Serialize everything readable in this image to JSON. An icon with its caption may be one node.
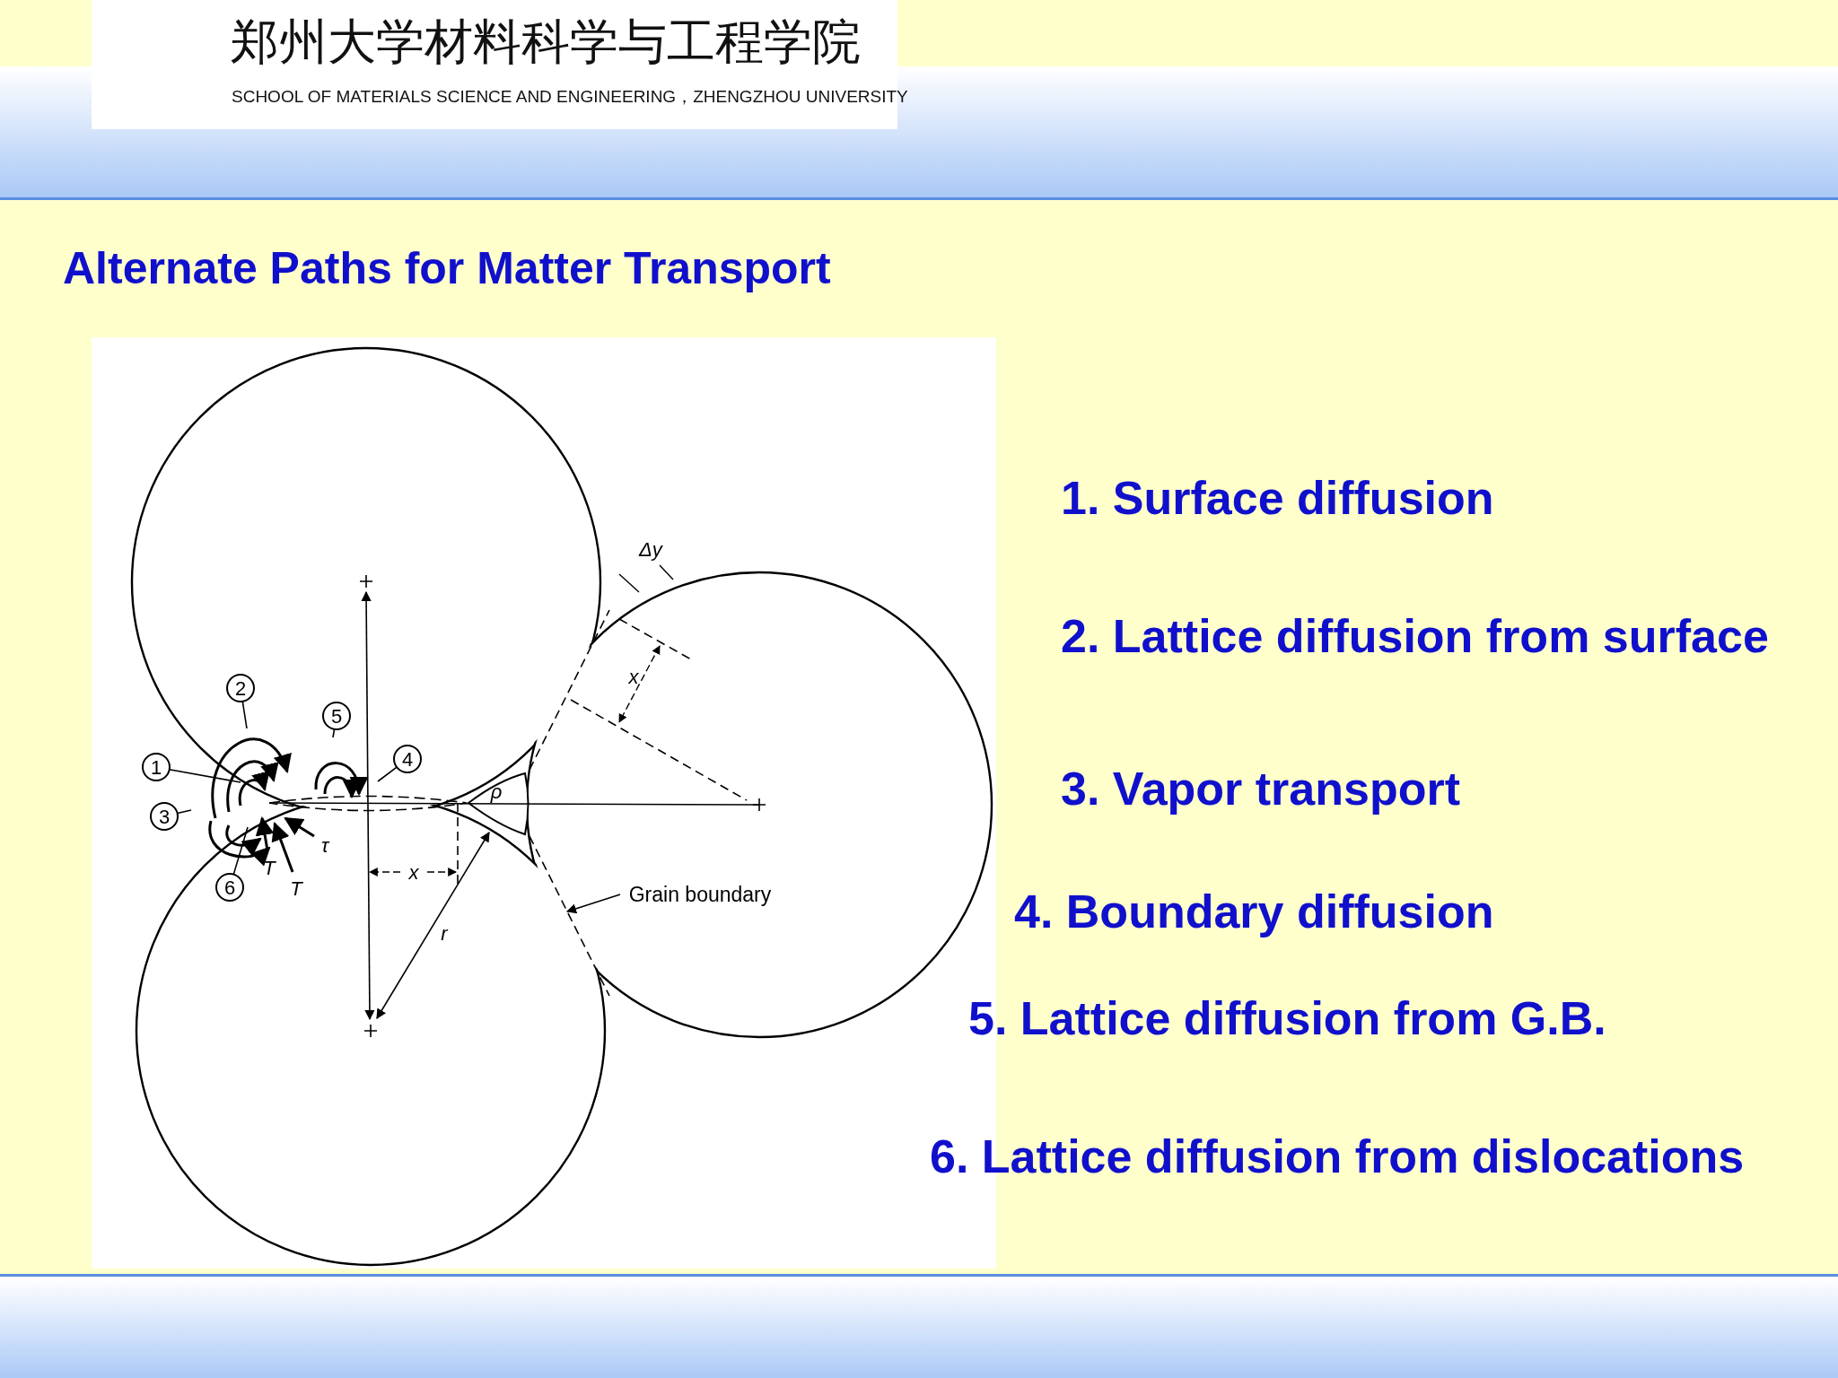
{
  "diagram": {
    "title": "Alternate Paths for Matter Transport",
    "nodes": [
      {
        "text": [
          "1"
        ]
      },
      {
        "text": [
          "2"
        ]
      },
      {
        "text": [
          "3"
        ]
      },
      {
        "text": [
          "4"
        ]
      },
      {
        "text": [
          "5"
        ]
      },
      {
        "text": [
          "6"
        ]
      },
      {
        "text": [
          "Grain boundary"
        ]
      }
    ],
    "edges": [
      {
        "from": 0,
        "to": null,
        "arrow": "none"
      },
      {
        "from": 1,
        "to": null,
        "arrow": "none"
      },
      {
        "from": 2,
        "to": null,
        "arrow": "none"
      },
      {
        "from": 3,
        "to": null,
        "arrow": "none"
      },
      {
        "from": 4,
        "to": null,
        "arrow": "none"
      },
      {
        "from": 5,
        "to": null,
        "arrow": "none"
      },
      {
        "from": 6,
        "to": null,
        "arrow": "to"
      }
    ],
    "labels": [
      "郑州大学材料科学与工程学院",
      "SCHOOL OF MATERIALS SCIENCE AND ENGINEERING，ZHENGZHOU UNIVERSITY",
      "1. Surface diffusion",
      "2. Lattice diffusion from surface",
      "3. Vapor transport",
      "4. Boundary diffusion",
      "5. Lattice diffusion from G.B.",
      "6. Lattice diffusion from dislocations",
      "Δy",
      "x",
      "ρ",
      "τ",
      "T",
      "T",
      "x",
      "r"
    ]
  }
}
